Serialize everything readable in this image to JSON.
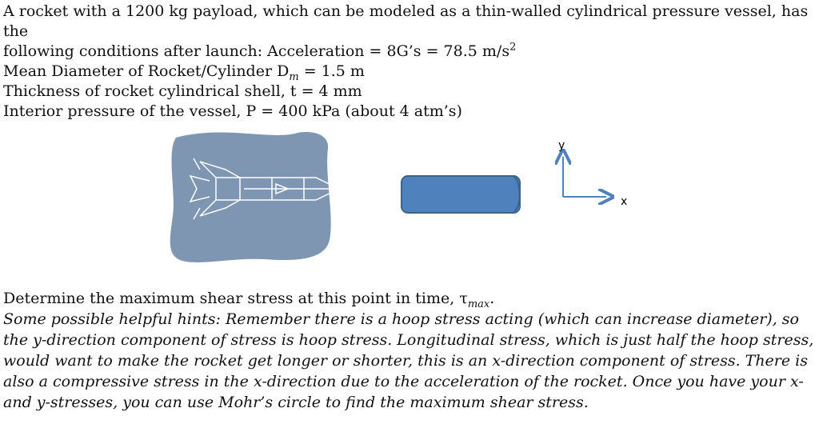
{
  "problem": {
    "intro_line1": "A rocket with a 1200 kg payload, which can be modeled as a thin-walled cylindrical pressure vessel, has the",
    "intro_line2_prefix": "following conditions after launch: Acceleration = 8G’s = 78.5 m/s",
    "accel_exponent": "2",
    "mean_diameter_prefix": "Mean Diameter of Rocket/Cylinder D",
    "mean_diameter_sub": "m",
    "mean_diameter_value": " = 1.5 m",
    "thickness": "Thickness of rocket cylindrical shell, t = 4 mm",
    "pressure": "Interior pressure of the vessel, P = 400 kPa (about 4 atm’s)"
  },
  "figure": {
    "axis_y_label": "y",
    "axis_x_label": "x",
    "colors": {
      "blob_fill": "#7f96b2",
      "cylinder_fill": "#4f81bd",
      "cylinder_stroke": "#3a648f",
      "arrow_color": "#4f81bd"
    },
    "icons": [
      "rocket-sketch-icon",
      "cylinder-icon",
      "xy-axes-icon"
    ]
  },
  "question": {
    "prompt_prefix": "Determine the maximum shear stress at this point in time, τ",
    "prompt_sub": "max",
    "prompt_suffix": ".",
    "hints": "Some possible helpful hints: Remember there is a hoop stress acting (which can increase diameter), so the y-direction component of stress is hoop stress. Longitudinal stress, which is just half the hoop stress, would want to make the rocket get longer or shorter, this is an x-direction component of stress. There is also a compressive stress in the x-direction due to the acceleration of the rocket. Once you have your x- and y-stresses, you can use Mohr’s circle to find the maximum shear stress."
  }
}
